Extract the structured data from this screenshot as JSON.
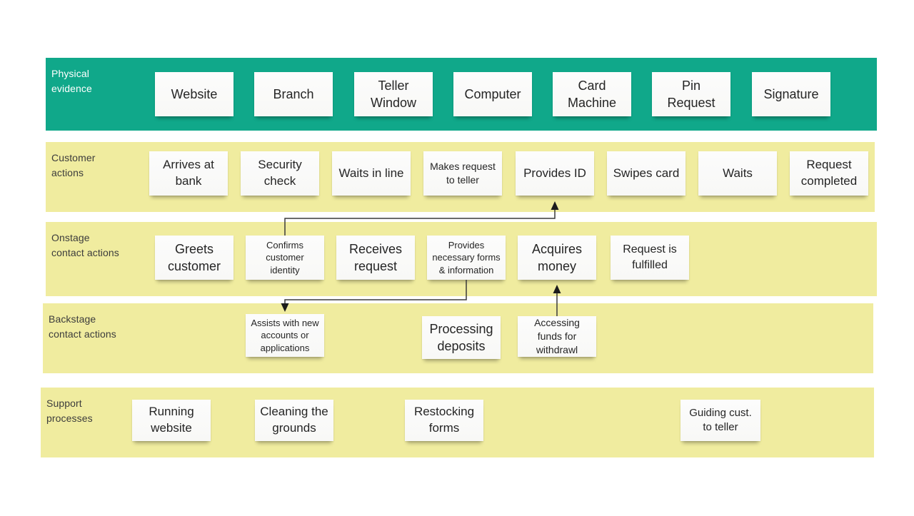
{
  "board": {
    "type": "service-blueprint",
    "colors": {
      "background": "#ffffff",
      "physical_evidence_band": "#10a88a",
      "action_band": "#f0ec9f",
      "note_background": "#fbfbfa",
      "note_text": "#252525",
      "label_dark": "#3c3c3c",
      "label_light": "#ffffff",
      "connector": "#3a3a3a"
    }
  },
  "rows": [
    {
      "label": "Physical evidence",
      "notes": [
        {
          "label": "Website"
        },
        {
          "label": "Branch"
        },
        {
          "label": "Teller Window"
        },
        {
          "label": "Computer"
        },
        {
          "label": "Card Machine"
        },
        {
          "label": "Pin Request"
        },
        {
          "label": "Signature"
        }
      ]
    },
    {
      "label": "Customer actions",
      "notes": [
        {
          "label": "Arrives at bank"
        },
        {
          "label": "Security check"
        },
        {
          "label": "Waits in line"
        },
        {
          "label": "Makes request to teller"
        },
        {
          "label": "Provides ID"
        },
        {
          "label": "Swipes card"
        },
        {
          "label": "Waits"
        },
        {
          "label": "Request completed"
        }
      ]
    },
    {
      "label": "Onstage contact actions",
      "notes": [
        {
          "label": "Greets customer"
        },
        {
          "label": "Confirms customer identity"
        },
        {
          "label": "Receives request"
        },
        {
          "label": "Provides necessary forms & information"
        },
        {
          "label": "Acquires money"
        },
        {
          "label": "Request is fulfilled"
        }
      ]
    },
    {
      "label": "Backstage contact actions",
      "notes": [
        {
          "label": "Assists with new accounts or applications"
        },
        {
          "label": "Processing deposits"
        },
        {
          "label": "Accessing funds for withdrawl"
        }
      ]
    },
    {
      "label": "Support processes",
      "notes": [
        {
          "label": "Running website"
        },
        {
          "label": "Cleaning the grounds"
        },
        {
          "label": "Restocking forms"
        },
        {
          "label": "Guiding cust. to teller"
        }
      ]
    }
  ],
  "connectors": [
    {
      "from": "Confirms customer identity",
      "to": "Provides ID",
      "direction": "up"
    },
    {
      "from": "Provides necessary forms & information",
      "to": "Assists with new accounts or applications",
      "direction": "down"
    },
    {
      "from": "Accessing funds for withdrawl",
      "to": "Acquires money",
      "direction": "up"
    }
  ]
}
